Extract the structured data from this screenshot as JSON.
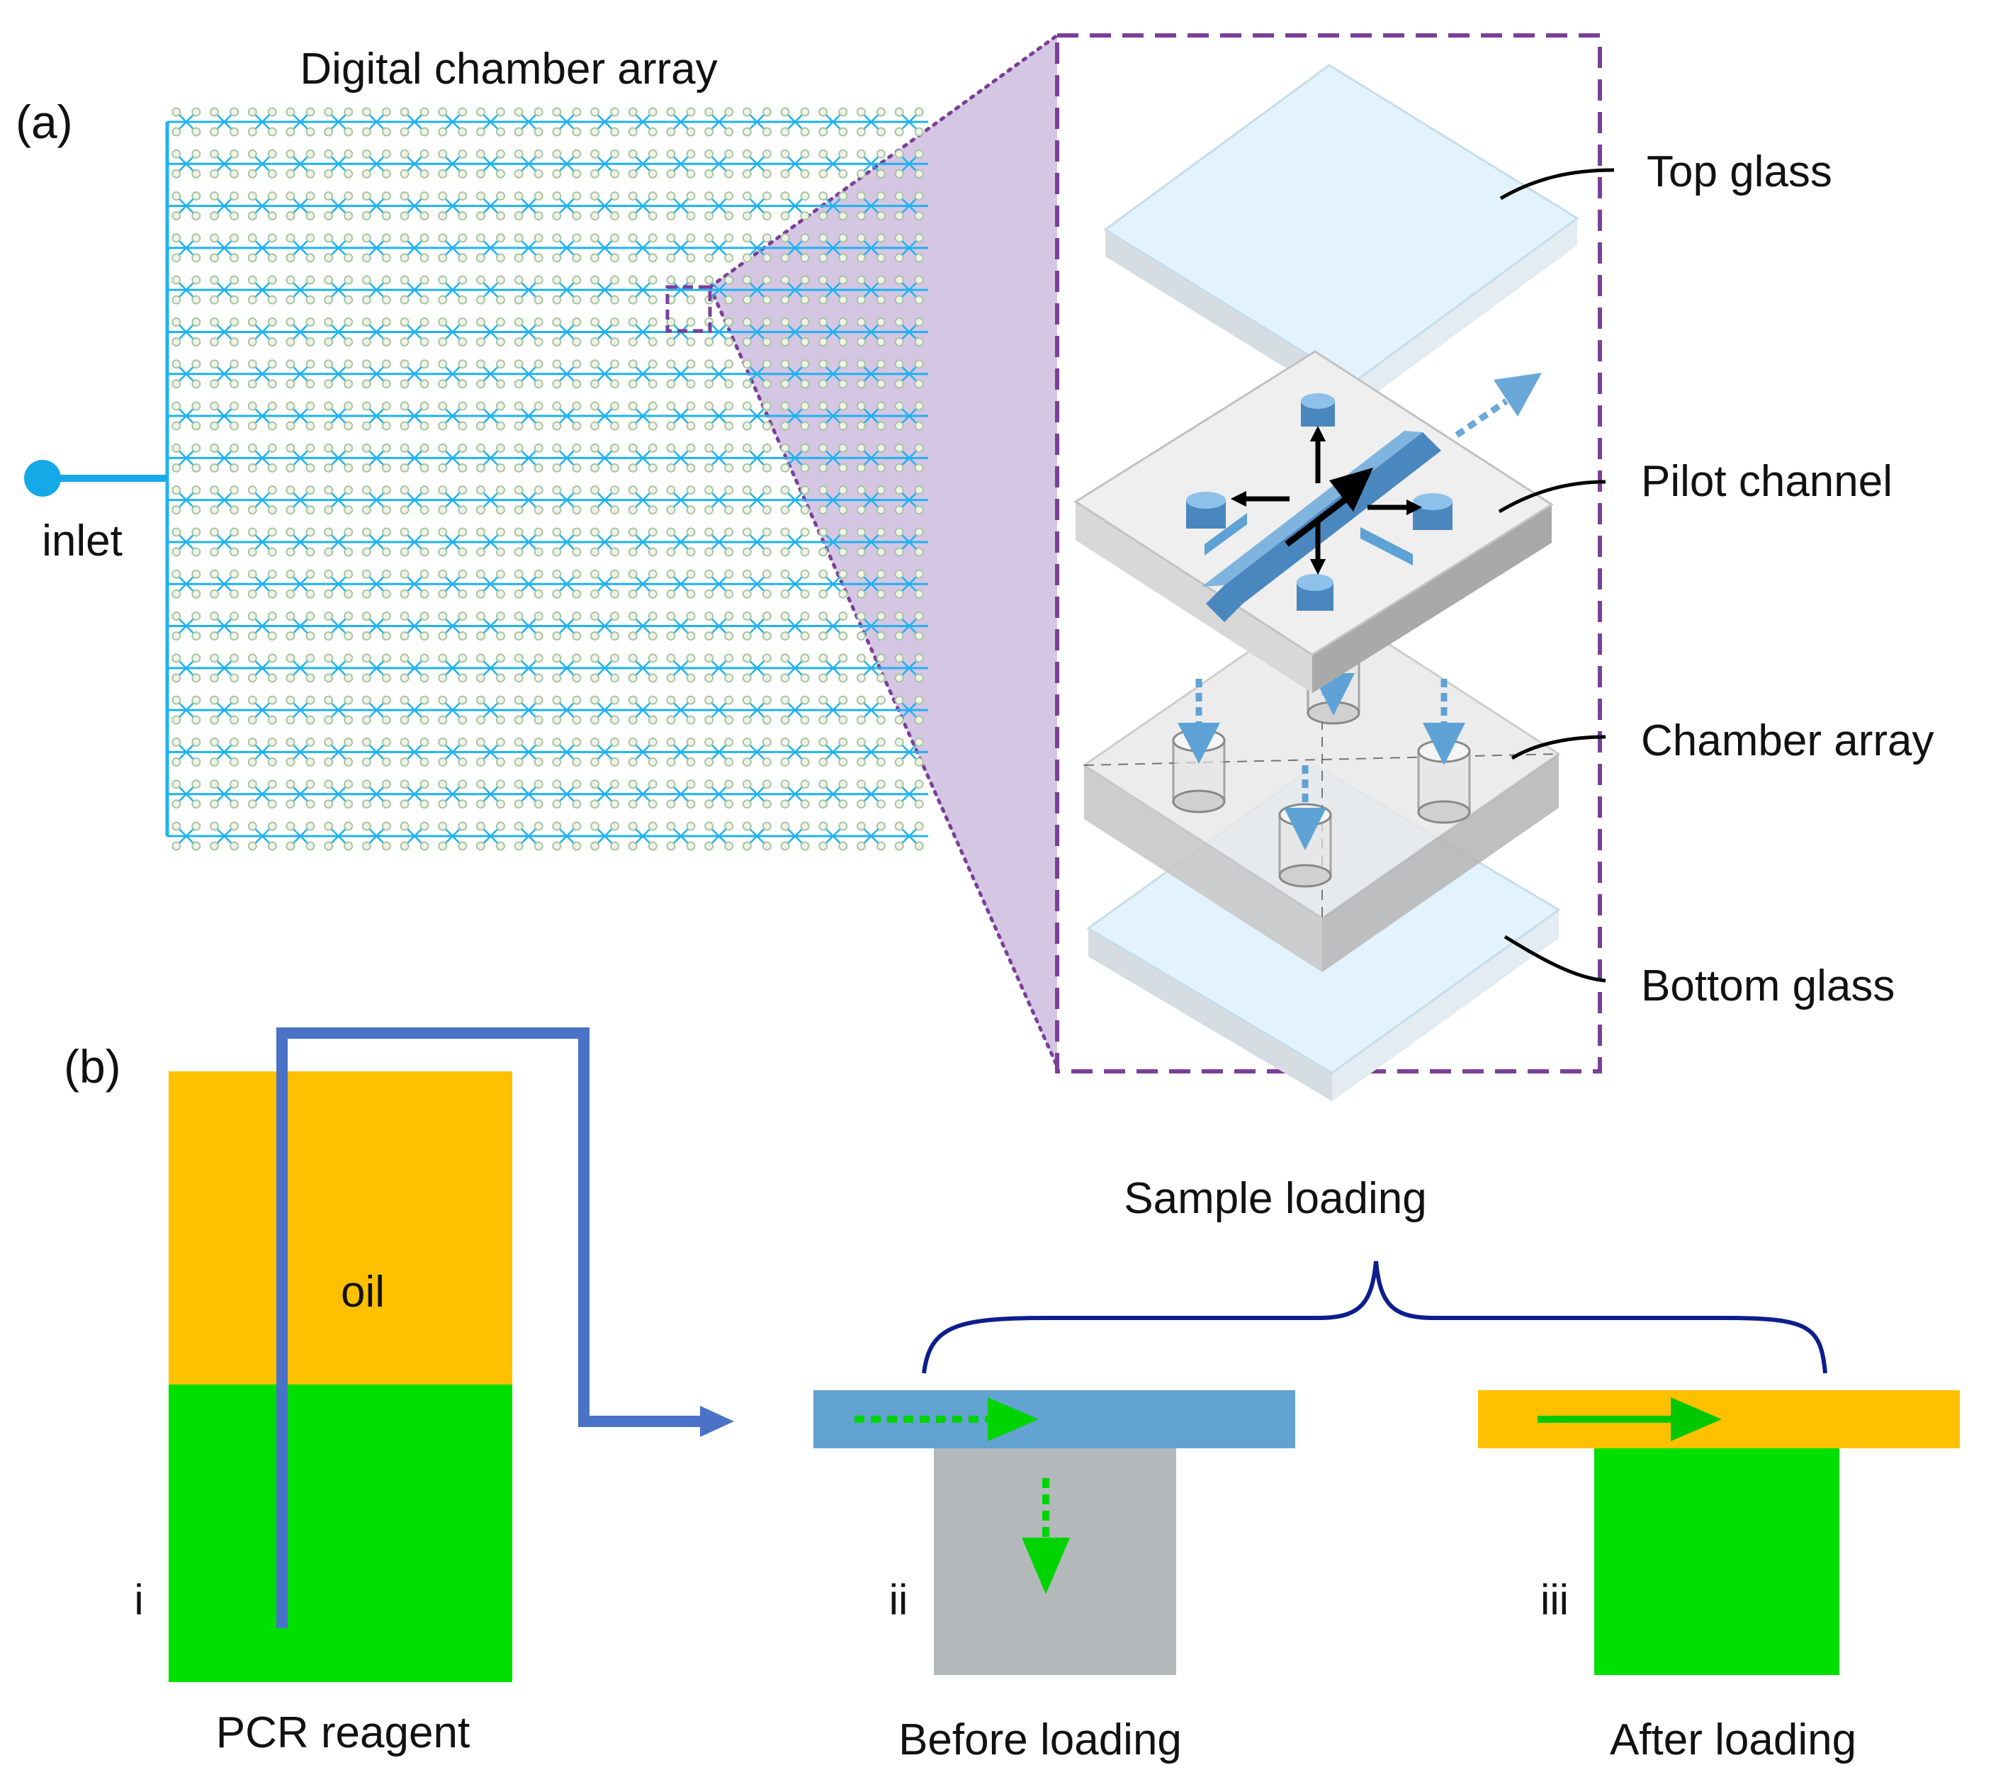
{
  "panel_a": {
    "label": "(a)",
    "array_title": "Digital chamber array",
    "inlet_label": "inlet",
    "layers": {
      "top_glass": "Top glass",
      "pilot_channel": "Pilot channel",
      "chamber_array": "Chamber array",
      "bottom_glass": "Bottom glass"
    },
    "grid": {
      "rows": 18,
      "columns": 20
    }
  },
  "panel_b": {
    "label": "(b)",
    "step_i": "i",
    "step_ii": "ii",
    "step_iii": "iii",
    "oil_label": "oil",
    "pcr_label": "PCR reagent",
    "sample_loading": "Sample loading",
    "before_loading": "Before loading",
    "after_loading": "After loading"
  },
  "colors": {
    "channel": "#1fb2f0",
    "inlet": "#16a9e8",
    "zoom": "#7b3f98",
    "zoom_fill": "#c9b6dd",
    "glass": "#e3f3fd",
    "glass_edge": "#c6ddea",
    "plate": "#ececec",
    "plate_side": "#bdbdbd",
    "pilot_blue": "#5ea2d6",
    "tube": "#4a72c6",
    "oil": "#ffc000",
    "reagent": "#00e000",
    "gray_chamber": "#b3b8bb",
    "brace": "#0d1e8c",
    "arrow_green": "#00d400"
  }
}
